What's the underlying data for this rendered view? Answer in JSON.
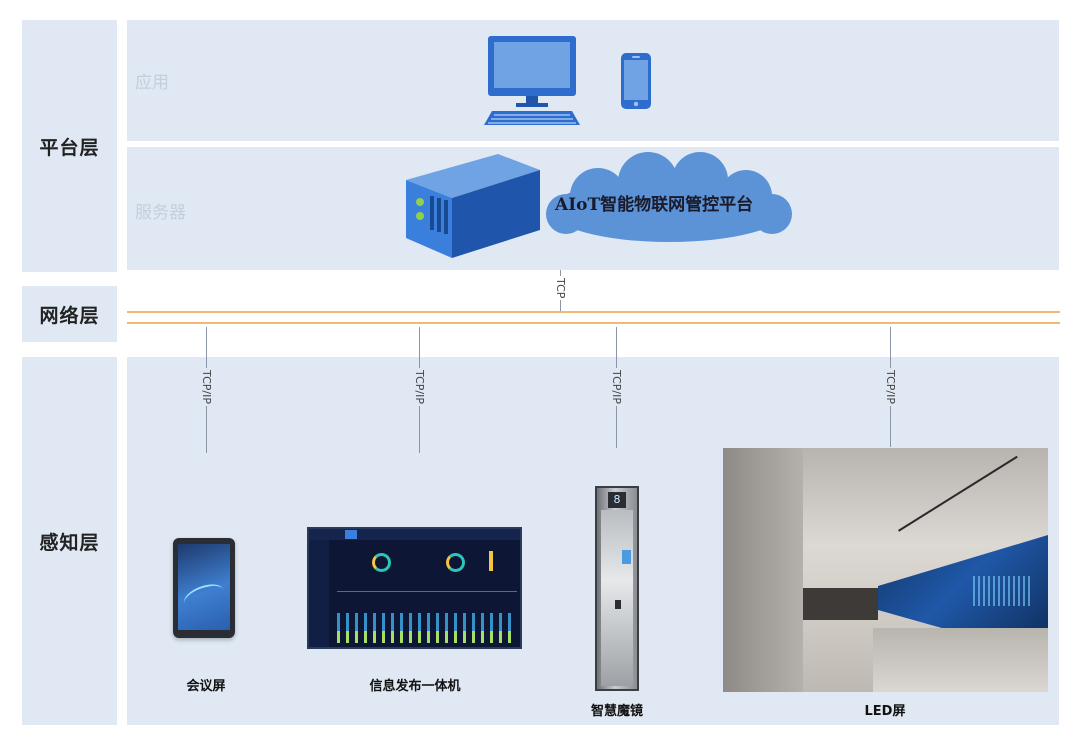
{
  "layers": {
    "platform": "平台层",
    "network": "网络层",
    "perception": "感知层"
  },
  "platform": {
    "app_label": "应用",
    "server_label": "服务器",
    "cloud_title": "AIoT智能物联网管控平台"
  },
  "network": {
    "uplink_label": "TCP"
  },
  "devices": [
    {
      "name": "会议屏",
      "link": "TCP/IP"
    },
    {
      "name": "信息发布一体机",
      "link": "TCP/IP"
    },
    {
      "name": "智慧魔镜",
      "link": "TCP/IP"
    },
    {
      "name": "LED屏",
      "link": "TCP/IP"
    }
  ],
  "mirror_floor": "8",
  "colors": {
    "band": "#dfe8f3",
    "device_blue": "#2e6ccd",
    "cloud": "#5b93d6",
    "network_line": "#f0b870"
  }
}
